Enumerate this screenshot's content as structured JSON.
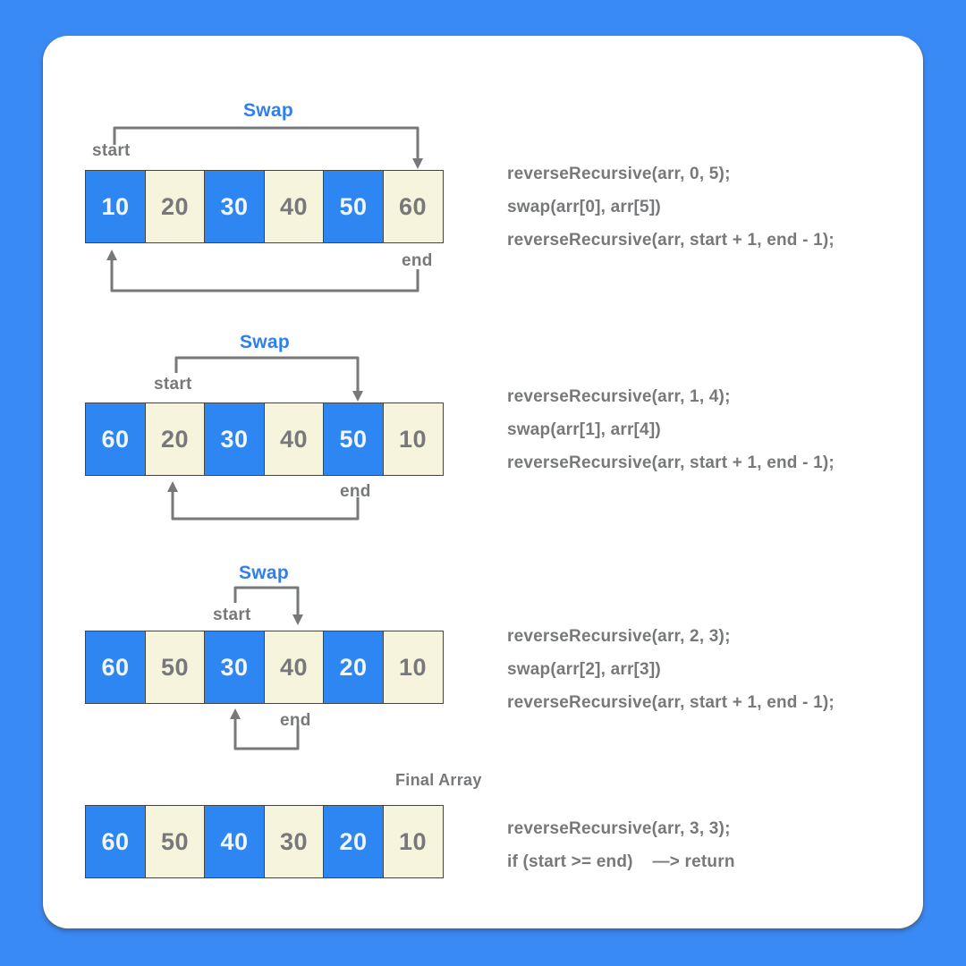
{
  "colors": {
    "background_blue": "#3a8af6",
    "card_white": "#ffffff",
    "cell_blue": "#2e86f2",
    "cell_cream": "#f6f4dc",
    "cell_border": "#45453e",
    "number_on_blue": "#f3f6f6",
    "text_gray": "#76787a",
    "swap_blue": "#2f7ff0",
    "arrow_gray": "#76787a"
  },
  "stages": [
    {
      "swap_label": "Swap",
      "start_label": "start",
      "end_label": "end",
      "cells": [
        {
          "value": "10",
          "variant": "blue"
        },
        {
          "value": "20",
          "variant": "cream"
        },
        {
          "value": "30",
          "variant": "blue"
        },
        {
          "value": "40",
          "variant": "cream"
        },
        {
          "value": "50",
          "variant": "blue"
        },
        {
          "value": "60",
          "variant": "cream"
        }
      ],
      "code_lines": [
        "reverseRecursive(arr, 0, 5);",
        "swap(arr[0], arr[5])",
        "reverseRecursive(arr, start + 1, end - 1);"
      ]
    },
    {
      "swap_label": "Swap",
      "start_label": "start",
      "end_label": "end",
      "cells": [
        {
          "value": "60",
          "variant": "blue"
        },
        {
          "value": "20",
          "variant": "cream"
        },
        {
          "value": "30",
          "variant": "blue"
        },
        {
          "value": "40",
          "variant": "cream"
        },
        {
          "value": "50",
          "variant": "blue"
        },
        {
          "value": "10",
          "variant": "cream"
        }
      ],
      "code_lines": [
        "reverseRecursive(arr, 1, 4);",
        "swap(arr[1], arr[4])",
        "reverseRecursive(arr, start + 1, end - 1);"
      ]
    },
    {
      "swap_label": "Swap",
      "start_label": "start",
      "end_label": "end",
      "cells": [
        {
          "value": "60",
          "variant": "blue"
        },
        {
          "value": "50",
          "variant": "cream"
        },
        {
          "value": "30",
          "variant": "blue"
        },
        {
          "value": "40",
          "variant": "cream"
        },
        {
          "value": "20",
          "variant": "blue"
        },
        {
          "value": "10",
          "variant": "cream"
        }
      ],
      "code_lines": [
        "reverseRecursive(arr, 2, 3);",
        "swap(arr[2], arr[3])",
        "reverseRecursive(arr, start + 1, end - 1);"
      ]
    },
    {
      "final_label": "Final Array",
      "cells": [
        {
          "value": "60",
          "variant": "blue"
        },
        {
          "value": "50",
          "variant": "cream"
        },
        {
          "value": "40",
          "variant": "blue"
        },
        {
          "value": "30",
          "variant": "cream"
        },
        {
          "value": "20",
          "variant": "blue"
        },
        {
          "value": "10",
          "variant": "cream"
        }
      ],
      "code_lines": [
        "reverseRecursive(arr, 3, 3);",
        "if (start >= end)    —> return"
      ]
    }
  ]
}
